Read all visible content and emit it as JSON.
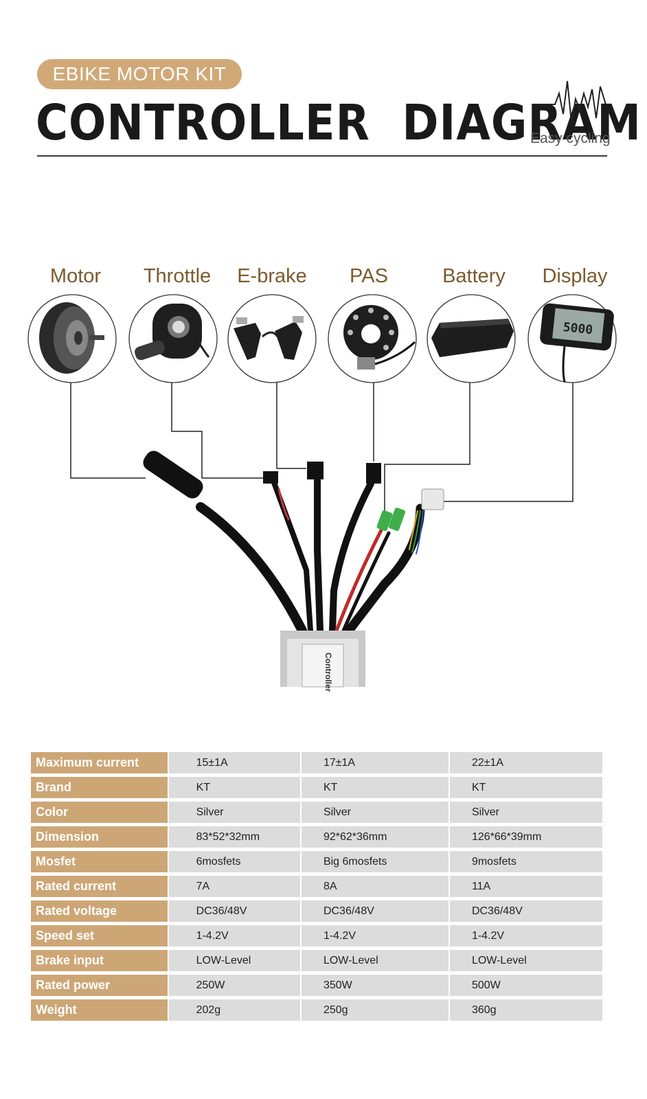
{
  "header": {
    "pill": "EBIKE MOTOR KIT",
    "title": "CONTROLLER  DIAGRAM",
    "tagline": "Easy cycling"
  },
  "components": [
    {
      "label": "Motor",
      "icon": "hub-motor-icon"
    },
    {
      "label": "Throttle",
      "icon": "thumb-throttle-icon"
    },
    {
      "label": "E-brake",
      "icon": "brake-levers-icon"
    },
    {
      "label": "PAS",
      "icon": "pas-sensor-icon"
    },
    {
      "label": "Battery",
      "icon": "battery-icon"
    },
    {
      "label": "Display",
      "icon": "lcd-display-icon"
    }
  ],
  "controller": {
    "label": "Controller"
  },
  "colors": {
    "accent": "#d1a978",
    "label": "#7b5a2e",
    "row": "#dcdcdc"
  },
  "specs": {
    "rows": [
      {
        "name": "Maximum current",
        "values": [
          "15±1A",
          "17±1A",
          "22±1A"
        ]
      },
      {
        "name": "Brand",
        "values": [
          "KT",
          "KT",
          "KT"
        ]
      },
      {
        "name": "Color",
        "values": [
          "Silver",
          "Silver",
          "Silver"
        ]
      },
      {
        "name": "Dimension",
        "values": [
          "83*52*32mm",
          "92*62*36mm",
          "126*66*39mm"
        ]
      },
      {
        "name": "Mosfet",
        "values": [
          "6mosfets",
          "Big 6mosfets",
          "9mosfets"
        ]
      },
      {
        "name": "Rated current",
        "values": [
          "7A",
          "8A",
          "11A"
        ]
      },
      {
        "name": "Rated voltage",
        "values": [
          "DC36/48V",
          "DC36/48V",
          "DC36/48V"
        ]
      },
      {
        "name": "Speed set",
        "values": [
          "1-4.2V",
          "1-4.2V",
          "1-4.2V"
        ]
      },
      {
        "name": "Brake input",
        "values": [
          "LOW-Level",
          "LOW-Level",
          "LOW-Level"
        ]
      },
      {
        "name": "Rated power",
        "values": [
          "250W",
          "350W",
          "500W"
        ]
      },
      {
        "name": "Weight",
        "values": [
          "202g",
          "250g",
          "360g"
        ]
      }
    ]
  }
}
